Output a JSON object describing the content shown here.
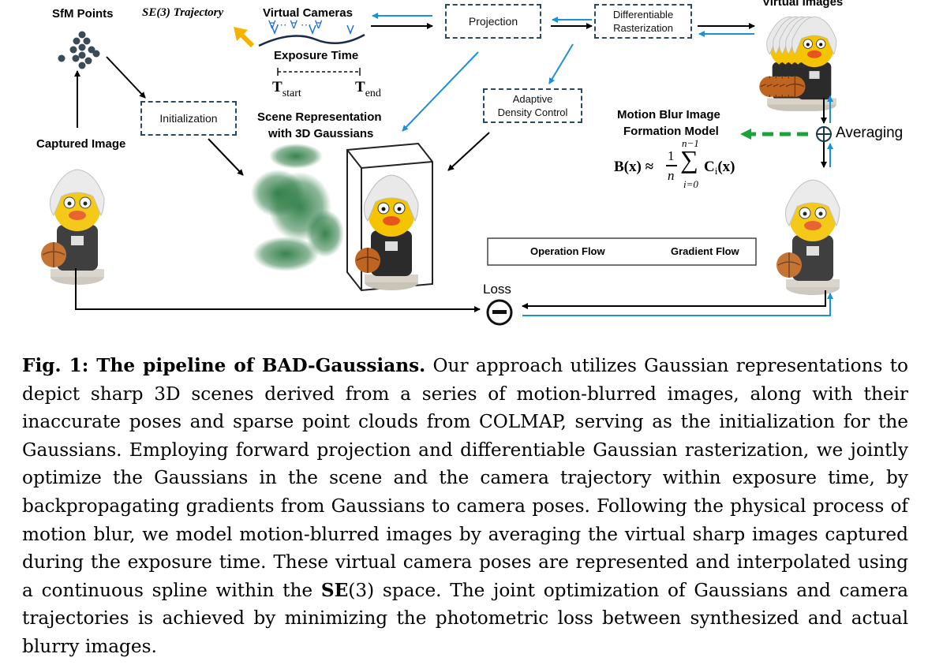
{
  "figure": {
    "labels": {
      "sfm_points": "SfM Points",
      "trajectory": "SE(3) Trajectory",
      "virtual_cameras": "Virtual Cameras",
      "exposure_time": "Exposure Time",
      "t_start": "T",
      "t_start_sub": "start",
      "t_end": "T",
      "t_end_sub": "end",
      "virtual_images": "Virtual Images",
      "captured_image": "Captured Image",
      "scene_representation_1": "Scene Representation",
      "scene_representation_2": "with 3D Gaussians",
      "motion_blur_model_1": "Motion Blur Image",
      "motion_blur_model_2": "Formation Model",
      "averaging": "Averaging",
      "loss": "Loss",
      "camera_glyphs": "∀⋯ ∀ ⋯ ∀"
    },
    "boxes": {
      "projection": "Projection",
      "diff_rast_1": "Differentiable",
      "diff_rast_2": "Rasterization",
      "initialization": "Initialization",
      "adaptive_1": "Adaptive",
      "adaptive_2": "Density Control"
    },
    "formula": {
      "lhs": "B(x) ≈",
      "frac_num": "1",
      "frac_den": "n",
      "sum_top": "n−1",
      "sum_bottom": "i=0",
      "term": "C",
      "term_sub": "i",
      "term_arg": "(x)"
    },
    "legend": {
      "operation_flow": "Operation Flow",
      "gradient_flow": "Gradient Flow"
    },
    "colors": {
      "operation_arrow": "#000000",
      "gradient_arrow": "#1e90d6",
      "box_border": "#2a4a5e",
      "gaussian_green": "#2e7d46",
      "trajectory_arrow": "#f5b300",
      "dashed_green_arrow": "#1aa33a"
    }
  },
  "caption": {
    "label": "Fig. 1: The pipeline of BAD-Gaussians.",
    "text_1": " Our approach utilizes Gaussian representations to depict sharp 3D scenes derived from a series of motion-blurred images, along with their inaccurate poses and sparse point clouds from COLMAP, serving as the initialization for the Gaussians. Employing forward projection and differentiable Gaussian rasterization, we jointly optimize the Gaussians in the scene and the camera trajectory within exposure time, by backpropagating gradients from Gaussians to camera poses. Following the physical process of motion blur, we model motion-blurred images by averaging the virtual sharp images captured during the exposure time. These virtual camera poses are represented and interpolated using a continuous spline within the ",
    "se3": "SE",
    "se3_arg": "(3)",
    "text_2": " space. The joint optimization of Gaussians and camera trajectories is achieved by minimizing the photometric loss between synthesized and actual blurry images."
  }
}
